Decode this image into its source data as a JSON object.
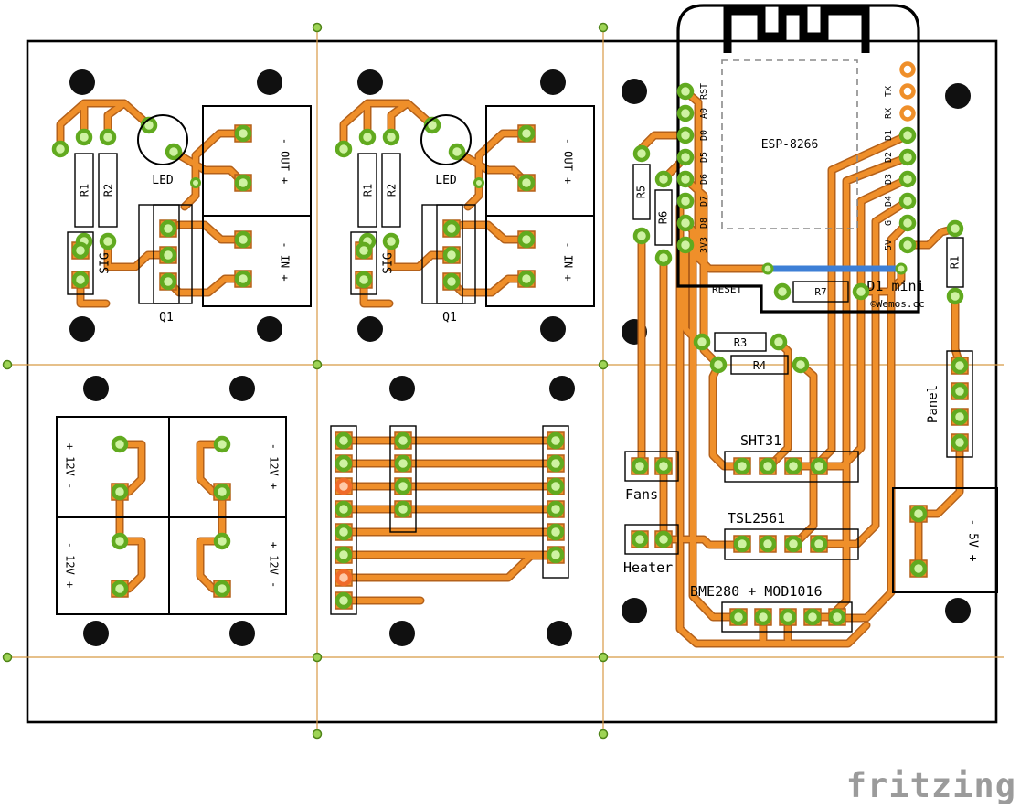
{
  "watermark": "fritzing",
  "relay1": {
    "r1": "R1",
    "r2": "R2",
    "led": "LED",
    "sig": "SIG",
    "q1": "Q1",
    "out_label": "- OUT +",
    "in_label": "- IN +"
  },
  "relay2": {
    "r1": "R1",
    "r2": "R2",
    "led": "LED",
    "sig": "SIG",
    "q1": "Q1",
    "out_label": "- OUT +",
    "in_label": "- IN +"
  },
  "power12v": {
    "tl": "+ 12V -",
    "tr": "- 12V +",
    "bl": "- 12V +",
    "br": "+ 12V -"
  },
  "mcu": {
    "chip": "ESP-8266",
    "model": "D1 mini",
    "vendor": "©Wemos.cc",
    "reset": "RESET",
    "left_pins": [
      "RST",
      "A0",
      "D0",
      "D5",
      "D6",
      "D7",
      "D8",
      "3V3"
    ],
    "right_pins": [
      "TX",
      "RX",
      "D1",
      "D2",
      "D3",
      "D4",
      "G",
      "5V"
    ]
  },
  "resistors": {
    "r5": "R5",
    "r6": "R6",
    "r3": "R3",
    "r4": "R4",
    "r7": "R7",
    "r1": "R1"
  },
  "headers": {
    "fans": "Fans",
    "heater": "Heater",
    "sht31": "SHT31",
    "tsl2561": "TSL2561",
    "bme": "BME280 + MOD1016",
    "panel": "Panel",
    "v5": "- 5V +"
  },
  "colors": {
    "copper": "#EF8F2A",
    "pad_green": "#8CC63E",
    "hole_black": "#101010",
    "jumper_blue": "#3D7FD6",
    "grid_orange": "#D89A45",
    "watermark_gray": "#9B9B9B",
    "board_white": "#FFFFFF",
    "silkscreen": "#000000"
  }
}
